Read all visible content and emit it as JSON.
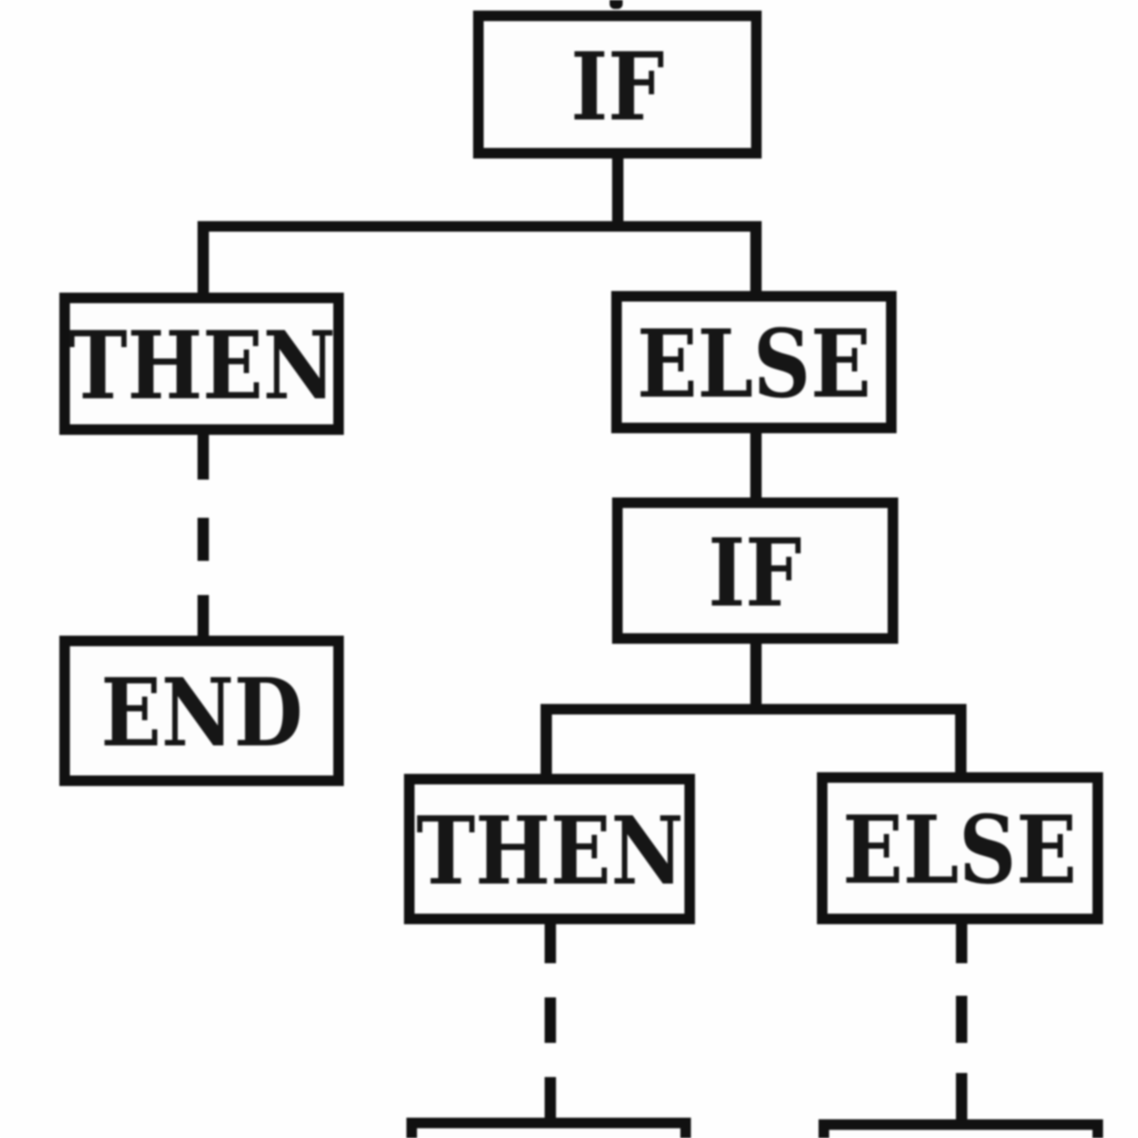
{
  "diagram": {
    "kind": "flowchart-tree",
    "background_color": "#ffffff",
    "line_color": "#111111",
    "nodes": [
      {
        "id": "if-1",
        "label": "IF"
      },
      {
        "id": "then-1",
        "label": "THEN"
      },
      {
        "id": "else-1",
        "label": "ELSE"
      },
      {
        "id": "end-1",
        "label": "END"
      },
      {
        "id": "if-2",
        "label": "IF"
      },
      {
        "id": "then-2",
        "label": "THEN"
      },
      {
        "id": "else-2",
        "label": "ELSE"
      },
      {
        "id": "bottom-left",
        "label": ""
      },
      {
        "id": "bottom-right",
        "label": ""
      }
    ],
    "edges": [
      {
        "from": "offscreen-top",
        "to": "if-1",
        "style": "solid"
      },
      {
        "from": "if-1",
        "to": "then-1",
        "style": "solid"
      },
      {
        "from": "if-1",
        "to": "else-1",
        "style": "solid"
      },
      {
        "from": "then-1",
        "to": "end-1",
        "style": "dashed"
      },
      {
        "from": "else-1",
        "to": "if-2",
        "style": "solid"
      },
      {
        "from": "if-2",
        "to": "then-2",
        "style": "solid"
      },
      {
        "from": "if-2",
        "to": "else-2",
        "style": "solid"
      },
      {
        "from": "then-2",
        "to": "bottom-left",
        "style": "dashed"
      },
      {
        "from": "else-2",
        "to": "bottom-right",
        "style": "dashed"
      }
    ]
  }
}
